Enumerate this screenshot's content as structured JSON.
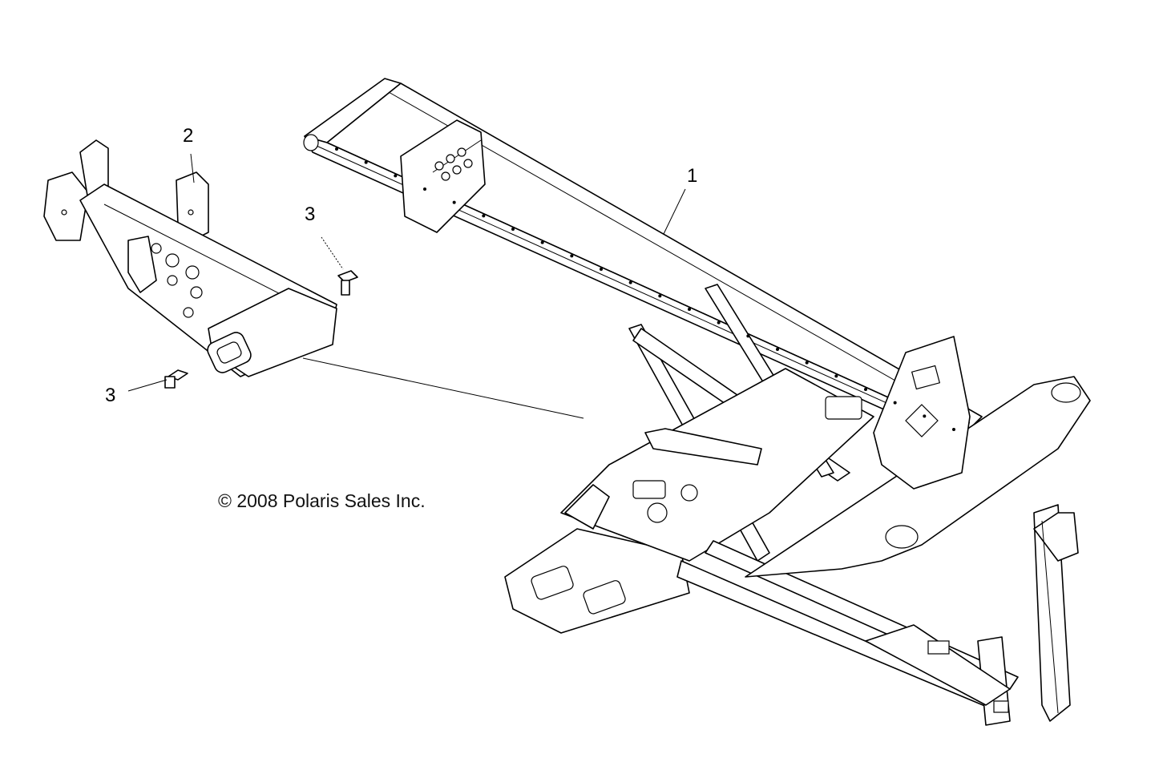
{
  "diagram": {
    "callouts": [
      {
        "id": "1",
        "label": "1"
      },
      {
        "id": "2",
        "label": "2"
      },
      {
        "id": "3a",
        "label": "3"
      },
      {
        "id": "3b",
        "label": "3"
      }
    ],
    "copyright": "© 2008 Polaris Sales Inc."
  }
}
